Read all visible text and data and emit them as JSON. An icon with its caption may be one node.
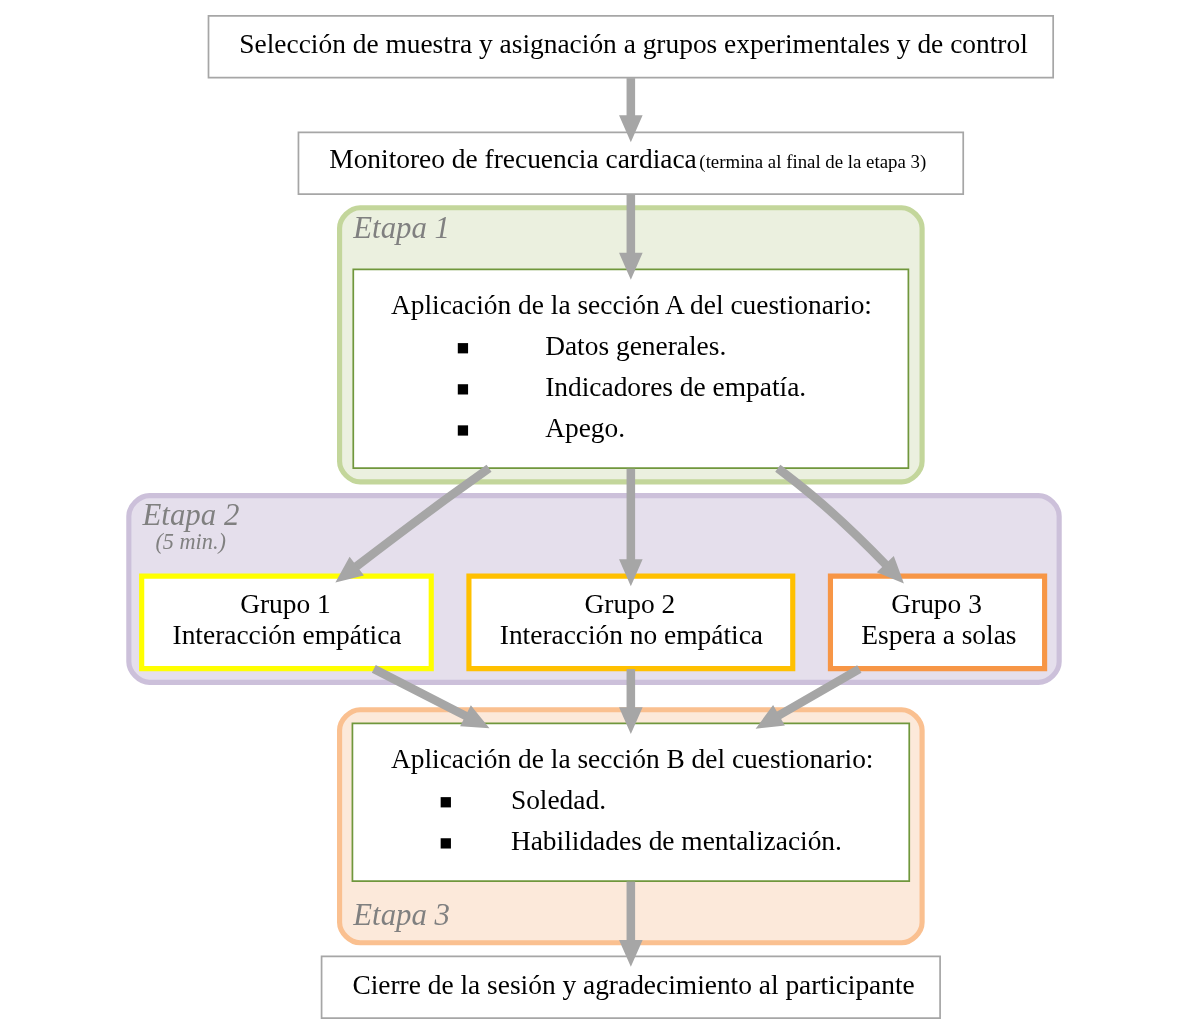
{
  "diagram": {
    "nodes": [
      {
        "text": [
          "Selección de muestra y asignación a grupos experimentales y de control"
        ]
      },
      {
        "text": [
          "Monitoreo de frecuencia cardiaca",
          "(termina al final de la etapa 3)"
        ]
      },
      {
        "text": [
          "Etapa 1"
        ]
      },
      {
        "text": [
          "Aplicación de la sección A del cuestionario:",
          "Datos generales.",
          "Indicadores de empatía.",
          "Apego."
        ],
        "in": 2
      },
      {
        "text": [
          "Etapa 2",
          "(5 min.)"
        ]
      },
      {
        "text": [
          "Grupo 1",
          "Interacción empática"
        ],
        "in": 4
      },
      {
        "text": [
          "Grupo 2",
          "Interacción no empática"
        ],
        "in": 4
      },
      {
        "text": [
          "Grupo 3",
          "Espera a solas"
        ],
        "in": 4
      },
      {
        "text": [
          "Etapa 3"
        ]
      },
      {
        "text": [
          "Aplicación de la sección B del cuestionario:",
          "Soledad.",
          "Habilidades de mentalización."
        ],
        "in": 8
      },
      {
        "text": [
          "Cierre de la sesión y agradecimiento al participante"
        ]
      }
    ],
    "edges": [
      {
        "from": 0,
        "to": 1,
        "arrow": "to"
      },
      {
        "from": 1,
        "to": 3,
        "arrow": "to"
      },
      {
        "from": 3,
        "to": 5,
        "arrow": "to"
      },
      {
        "from": 3,
        "to": 6,
        "arrow": "to"
      },
      {
        "from": 3,
        "to": 7,
        "arrow": "to"
      },
      {
        "from": 5,
        "to": 9,
        "arrow": "to"
      },
      {
        "from": 6,
        "to": 9,
        "arrow": "to"
      },
      {
        "from": 7,
        "to": 9,
        "arrow": "to"
      },
      {
        "from": 9,
        "to": 10,
        "arrow": "to"
      }
    ]
  }
}
